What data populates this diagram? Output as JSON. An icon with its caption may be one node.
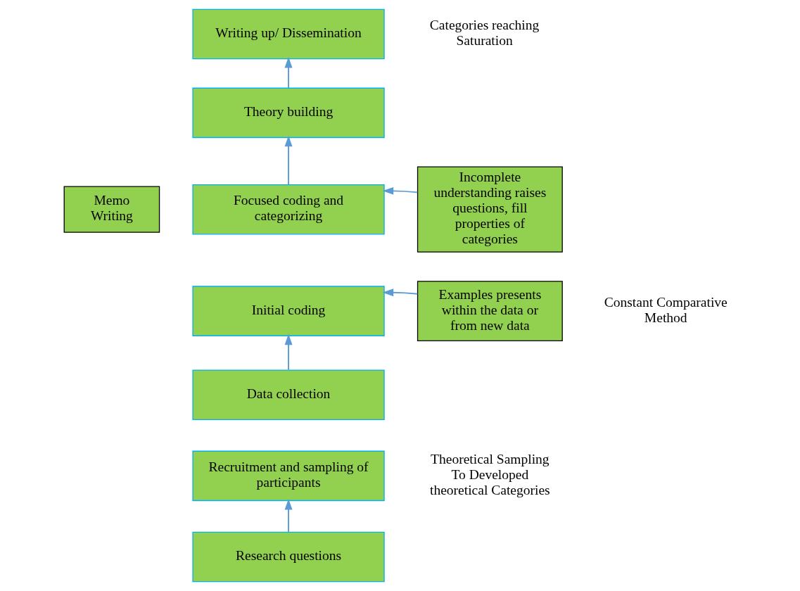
{
  "diagram": {
    "nodes": [
      {
        "text": [
          "Writing up/ Dissemination"
        ]
      },
      {
        "text": [
          "Theory building"
        ]
      },
      {
        "text": [
          "Focused coding and categorizing"
        ]
      },
      {
        "text": [
          "Initial coding"
        ]
      },
      {
        "text": [
          "Data collection"
        ]
      },
      {
        "text": [
          "Recruitment and sampling of participants"
        ]
      },
      {
        "text": [
          "Research questions"
        ]
      },
      {
        "text": [
          "Memo Writing"
        ]
      },
      {
        "text": [
          "Incomplete understanding raises questions, fill properties of categories"
        ]
      },
      {
        "text": [
          "Examples presents within the data or from new data"
        ]
      }
    ],
    "edges": [
      {
        "from": 6,
        "to": 5,
        "arrow": "to"
      },
      {
        "from": 4,
        "to": 3,
        "arrow": "to"
      },
      {
        "from": 2,
        "to": 1,
        "arrow": "to"
      },
      {
        "from": 1,
        "to": 0,
        "arrow": "to"
      },
      {
        "from": 8,
        "to": 2,
        "arrow": "to"
      },
      {
        "from": 9,
        "to": 3,
        "arrow": "to"
      }
    ],
    "labels": [
      "Categories reaching Saturation",
      "Constant Comparative Method",
      "Theoretical Sampling To Developed theoretical Categories"
    ]
  }
}
